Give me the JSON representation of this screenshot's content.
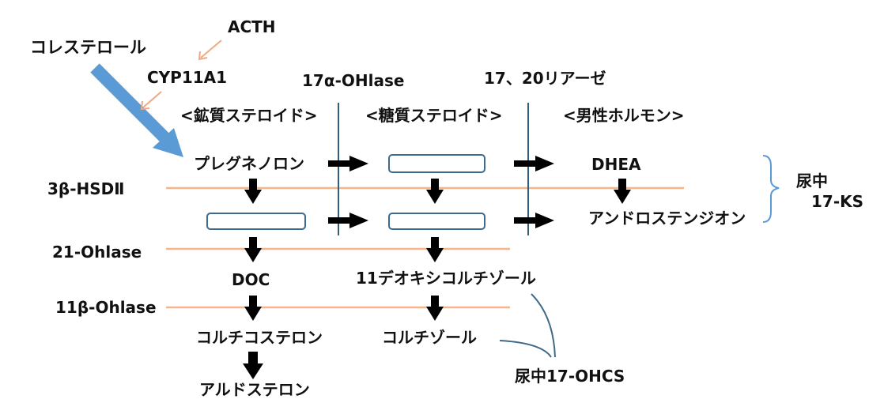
{
  "precursor": {
    "cholesterol": "コレステロール",
    "acth": "ACTH",
    "cyp11a1": "CYP11A1"
  },
  "enzymes": {
    "hydroxylase17a": "17α-OHlase",
    "lyase1720": "17、20リアーゼ",
    "hsd3b": "3β-HSDⅡ",
    "hydroxylase21": "21-Ohlase",
    "hydroxylase11b": "11β-Ohlase"
  },
  "columns": {
    "mineralocorticoid": "<鉱質ステロイド>",
    "glucocorticoid": "<糖質ステロイド>",
    "androgen": "<男性ホルモン>"
  },
  "steroids": {
    "pregnenolone": "プレグネノロン",
    "dhea": "DHEA",
    "androstenedione": "アンドロステンジオン",
    "doc": "DOC",
    "deoxycortisol": "11デオキシコルチゾール",
    "corticosterone": "コルチコステロン",
    "cortisol": "コルチゾール",
    "aldosterone": "アルドステロン"
  },
  "urine": {
    "ks_line1": "尿中",
    "ks_line2": "17-KS",
    "ohcs": "尿中17-OHCS"
  },
  "colors": {
    "enzyme_line": "#f4b48c",
    "column_divider": "#2e5f82",
    "empty_box": "#3d6a8c",
    "cholesterol_arrow": "#5b9bd5",
    "acth_arrow": "#f0a882",
    "bracket": "#5b9bd5",
    "ohcs_bracket": "#3d6a8c",
    "arrow_fill": "#000000"
  }
}
